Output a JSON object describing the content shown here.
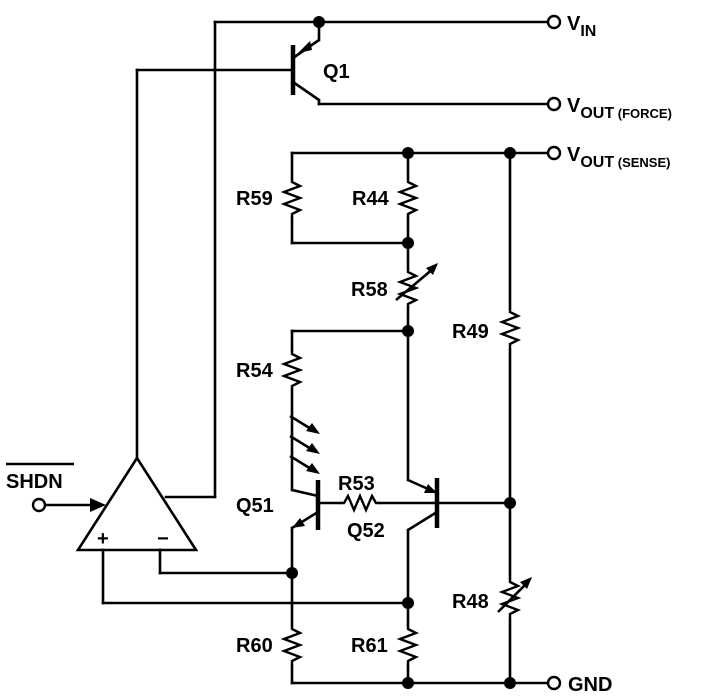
{
  "nodes": {
    "vin": {
      "main": "V",
      "sub": "IN"
    },
    "vout_force": {
      "main": "V",
      "sub": "OUT",
      "suffix": " (FORCE)"
    },
    "vout_sense": {
      "main": "V",
      "sub": "OUT",
      "suffix": " (SENSE)"
    },
    "gnd": "GND",
    "shdn": "SHDN"
  },
  "components": {
    "q1": "Q1",
    "q51": "Q51",
    "q52": "Q52",
    "r59": "R59",
    "r44": "R44",
    "r58": "R58",
    "r49": "R49",
    "r54": "R54",
    "r53": "R53",
    "r48": "R48",
    "r60": "R60",
    "r61": "R61"
  },
  "opamp": {
    "plus": "+",
    "minus": "−"
  }
}
